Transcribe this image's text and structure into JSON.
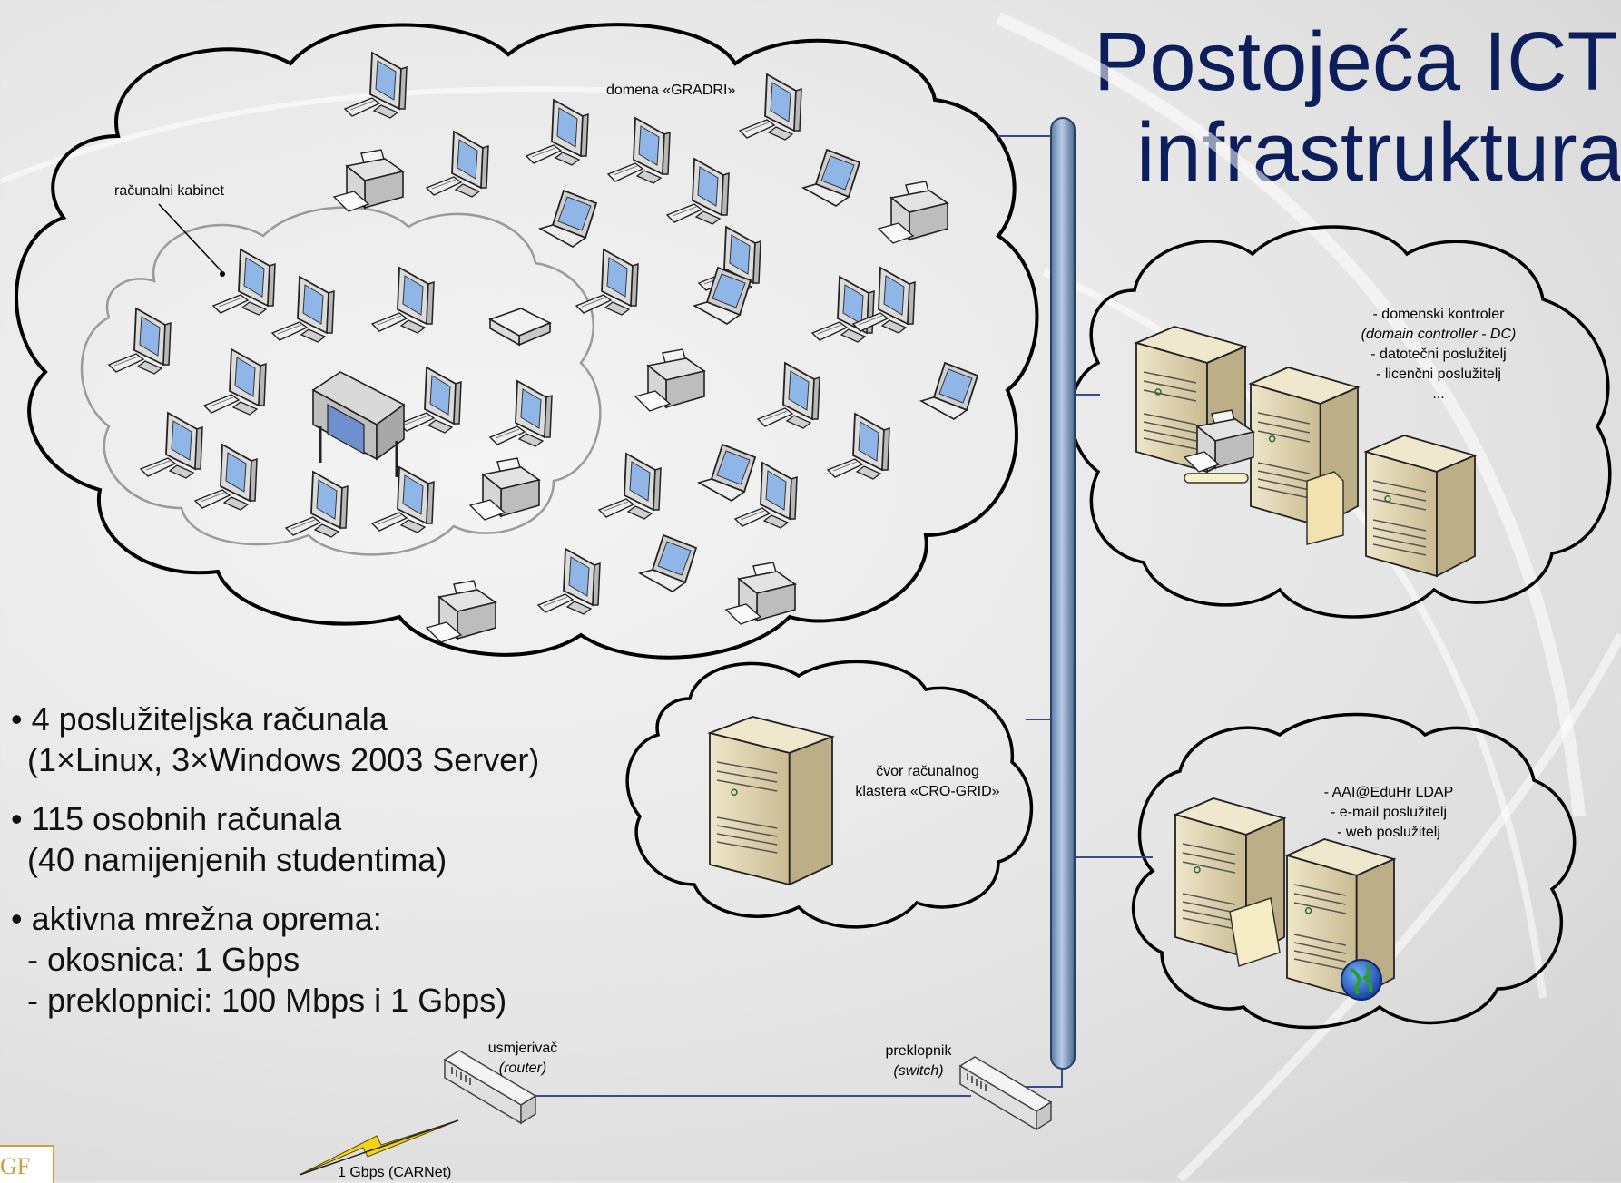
{
  "title": {
    "line1": "Postojeća ICT",
    "line2": "infrastruktura"
  },
  "labels": {
    "domain": "domena «GRADRI»",
    "lab": "računalni kabinet",
    "server_group_1": [
      "- domenski kontroler",
      "(domain controller - DC)",
      "- datotečni poslužitelj",
      "- licenčni poslužitelj",
      "..."
    ],
    "cluster": [
      "čvor računalnog",
      "klastera «CRO-GRID»"
    ],
    "server_group_2": [
      "- AAI@EduHr LDAP",
      "- e-mail poslužitelj",
      "- web poslužitelj"
    ],
    "router": [
      "usmjerivač",
      "(router)"
    ],
    "switch": [
      "preklopnik",
      "(switch)"
    ],
    "uplink": "1 Gbps (CARNet)"
  },
  "bullets": [
    {
      "main": "• 4 poslužiteljska računala",
      "sub": [
        "(1×Linux, 3×Windows 2003 Server)"
      ]
    },
    {
      "main": "• 115 osobnih računala",
      "sub": [
        "(40 namijenjenih studentima)"
      ]
    },
    {
      "main": "• aktivna mrežna oprema:",
      "sub": [
        "- okosnica: 1 Gbps",
        "- preklopnici: 100 Mbps i 1 Gbps)"
      ]
    }
  ],
  "logo_text": "GF",
  "colors": {
    "title": "#0c1f5c",
    "backbone": "#8aa8cc",
    "links": "#3a4a8a",
    "device_beige": "#ddd2b0"
  }
}
